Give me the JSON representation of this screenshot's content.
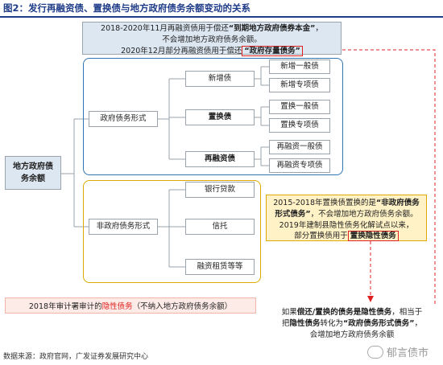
{
  "title": "图2：发行再融资债、置换债与地方政府债务余额变动的关系",
  "root": {
    "line1": "地方政府债",
    "line2": "务余额"
  },
  "note_top": {
    "l1_pre": "2018-2020年11月再融资债用于偿还",
    "l1_bold": "“到期地方政府债券本金”",
    "l1_post": "，",
    "l2": "不会增加地方政府债务余额。",
    "l3_pre": "2020年12月部分再融资债用于偿还",
    "l3_box": "“政府存量债务”"
  },
  "gov_debt": {
    "label": "政府债务形式",
    "branches": [
      {
        "label": "新增债",
        "bold": false,
        "children": [
          "新增一般债",
          "新增专项债"
        ]
      },
      {
        "label": "置换债",
        "bold": true,
        "children": [
          "置换一般债",
          "置换专项债"
        ]
      },
      {
        "label": "再融资债",
        "bold": true,
        "children": [
          "再融资一般债",
          "再融资专项债"
        ]
      }
    ]
  },
  "non_gov_debt": {
    "label": "非政府债务形式",
    "children": [
      "银行贷款",
      "信托",
      "融资租赁等等"
    ]
  },
  "note_yellow": {
    "l1_pre": "2015-2018年置换债置换的是",
    "l1_bold": "“非政府债务",
    "l2_bold": "形式债务”",
    "l2_post": "，不会增加地方政府债务余额。",
    "l3": "2019年建制县隐性债务化解试点以来，",
    "l4_pre": "部分置换债用于",
    "l4_box": "置换隐性债务"
  },
  "note_pink": {
    "pre": "2018年审计署审计的",
    "red": "隐性债务",
    "post": "（不纳入地方政府债务余额）"
  },
  "note_bottom": {
    "l1_pre": "如果",
    "l1_bold": "偿还/置换的债务是隐性债务",
    "l1_post": "，相当于",
    "l2_pre": "把",
    "l2_bold1": "隐性债务",
    "l2_mid": "转化为",
    "l2_bold2": "“政府债务形式债务”",
    "l2_post": "，",
    "l3": "会增加地方政府债务余额"
  },
  "source": "数据来源：政府官网，广发证券发展研究中心",
  "watermark": "郁言债市",
  "colors": {
    "blue": "#2e75b6",
    "gold": "#e0a800",
    "red": "#e02020",
    "title": "#1f3c88"
  }
}
